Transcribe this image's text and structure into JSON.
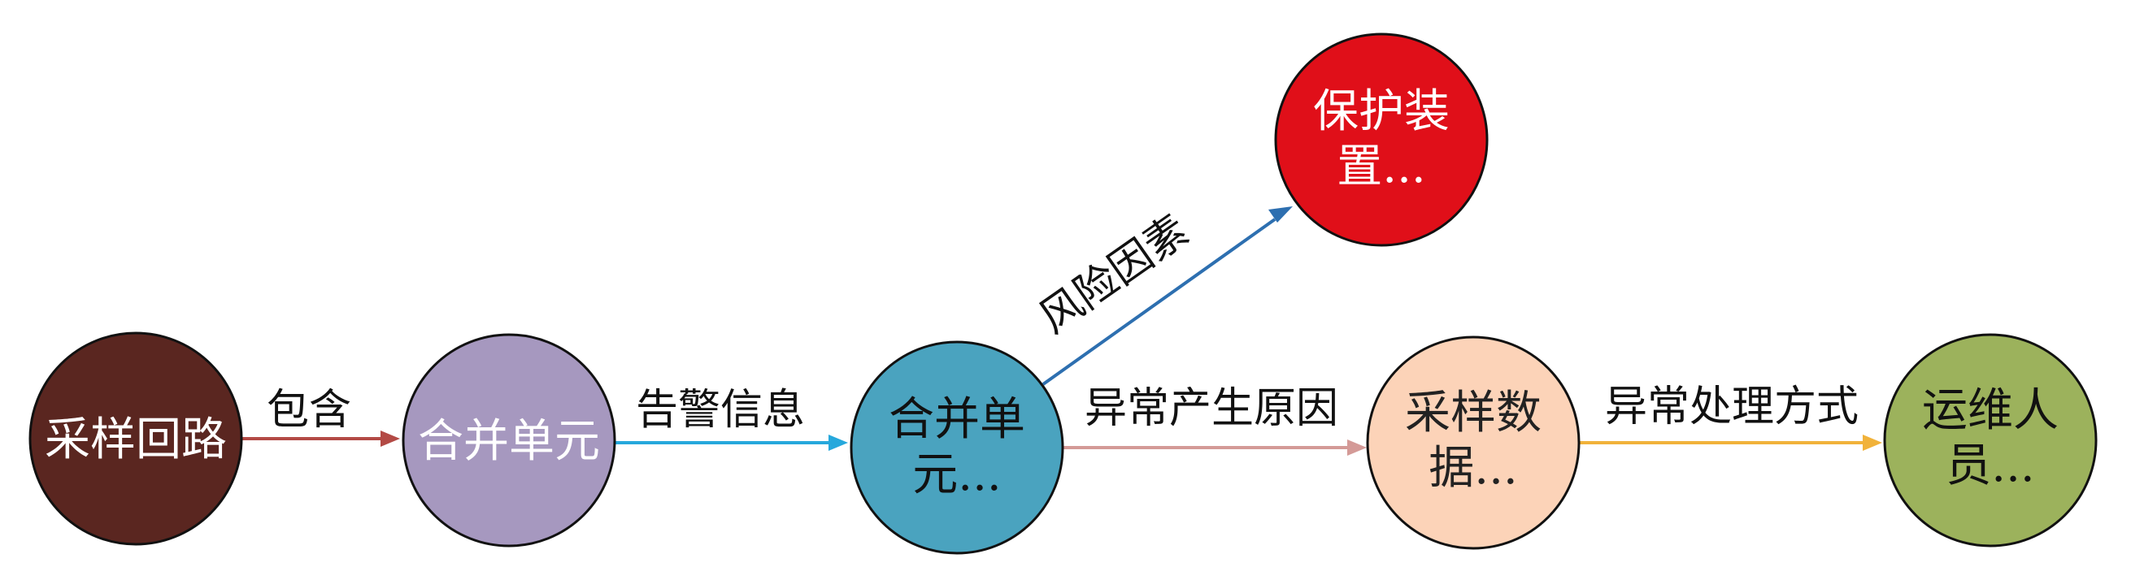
{
  "nodes": [
    {
      "id": "n1",
      "label_lines": [
        "采样回路"
      ],
      "fill": "#5a2620",
      "text_color": "#ffffff"
    },
    {
      "id": "n2",
      "label_lines": [
        "合并单元"
      ],
      "fill": "#a698bf",
      "text_color": "#ffffff"
    },
    {
      "id": "n3",
      "label_lines": [
        "合并单",
        "元..."
      ],
      "fill": "#4aa3bf",
      "text_color": "#111111"
    },
    {
      "id": "n4",
      "label_lines": [
        "保护装",
        "置..."
      ],
      "fill": "#e00f19",
      "text_color": "#ffffff"
    },
    {
      "id": "n5",
      "label_lines": [
        "采样数",
        "据..."
      ],
      "fill": "#fcd3b8",
      "text_color": "#222222"
    },
    {
      "id": "n6",
      "label_lines": [
        "运维人",
        "员..."
      ],
      "fill": "#9cb25c",
      "text_color": "#111111"
    }
  ],
  "edges": [
    {
      "id": "e1",
      "from": "n1",
      "to": "n2",
      "label": "包含",
      "color": "#b34a45"
    },
    {
      "id": "e2",
      "from": "n2",
      "to": "n3",
      "label": "告警信息",
      "color": "#26a8dc"
    },
    {
      "id": "e3",
      "from": "n3",
      "to": "n4",
      "label": "风险因素",
      "color": "#2d6fb0"
    },
    {
      "id": "e4",
      "from": "n3",
      "to": "n5",
      "label": "异常产生原因",
      "color": "#d49a97"
    },
    {
      "id": "e5",
      "from": "n5",
      "to": "n6",
      "label": "异常处理方式",
      "color": "#f1b23a"
    }
  ]
}
